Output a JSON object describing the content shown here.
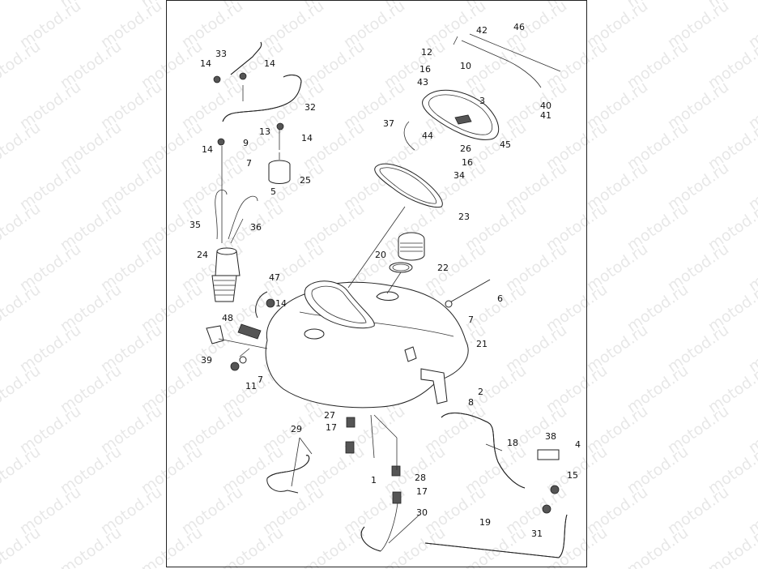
{
  "watermark": "motod.ru",
  "callouts": [
    "1",
    "2",
    "3",
    "4",
    "5",
    "6",
    "7",
    "8",
    "9",
    "10",
    "11",
    "12",
    "13",
    "14",
    "15",
    "16",
    "17",
    "18",
    "19",
    "20",
    "21",
    "22",
    "23",
    "24",
    "25",
    "26",
    "27",
    "28",
    "29",
    "30",
    "31",
    "32",
    "33",
    "34",
    "35",
    "36",
    "37",
    "38",
    "39",
    "40",
    "41",
    "42",
    "43",
    "44",
    "45",
    "46",
    "47",
    "48"
  ]
}
